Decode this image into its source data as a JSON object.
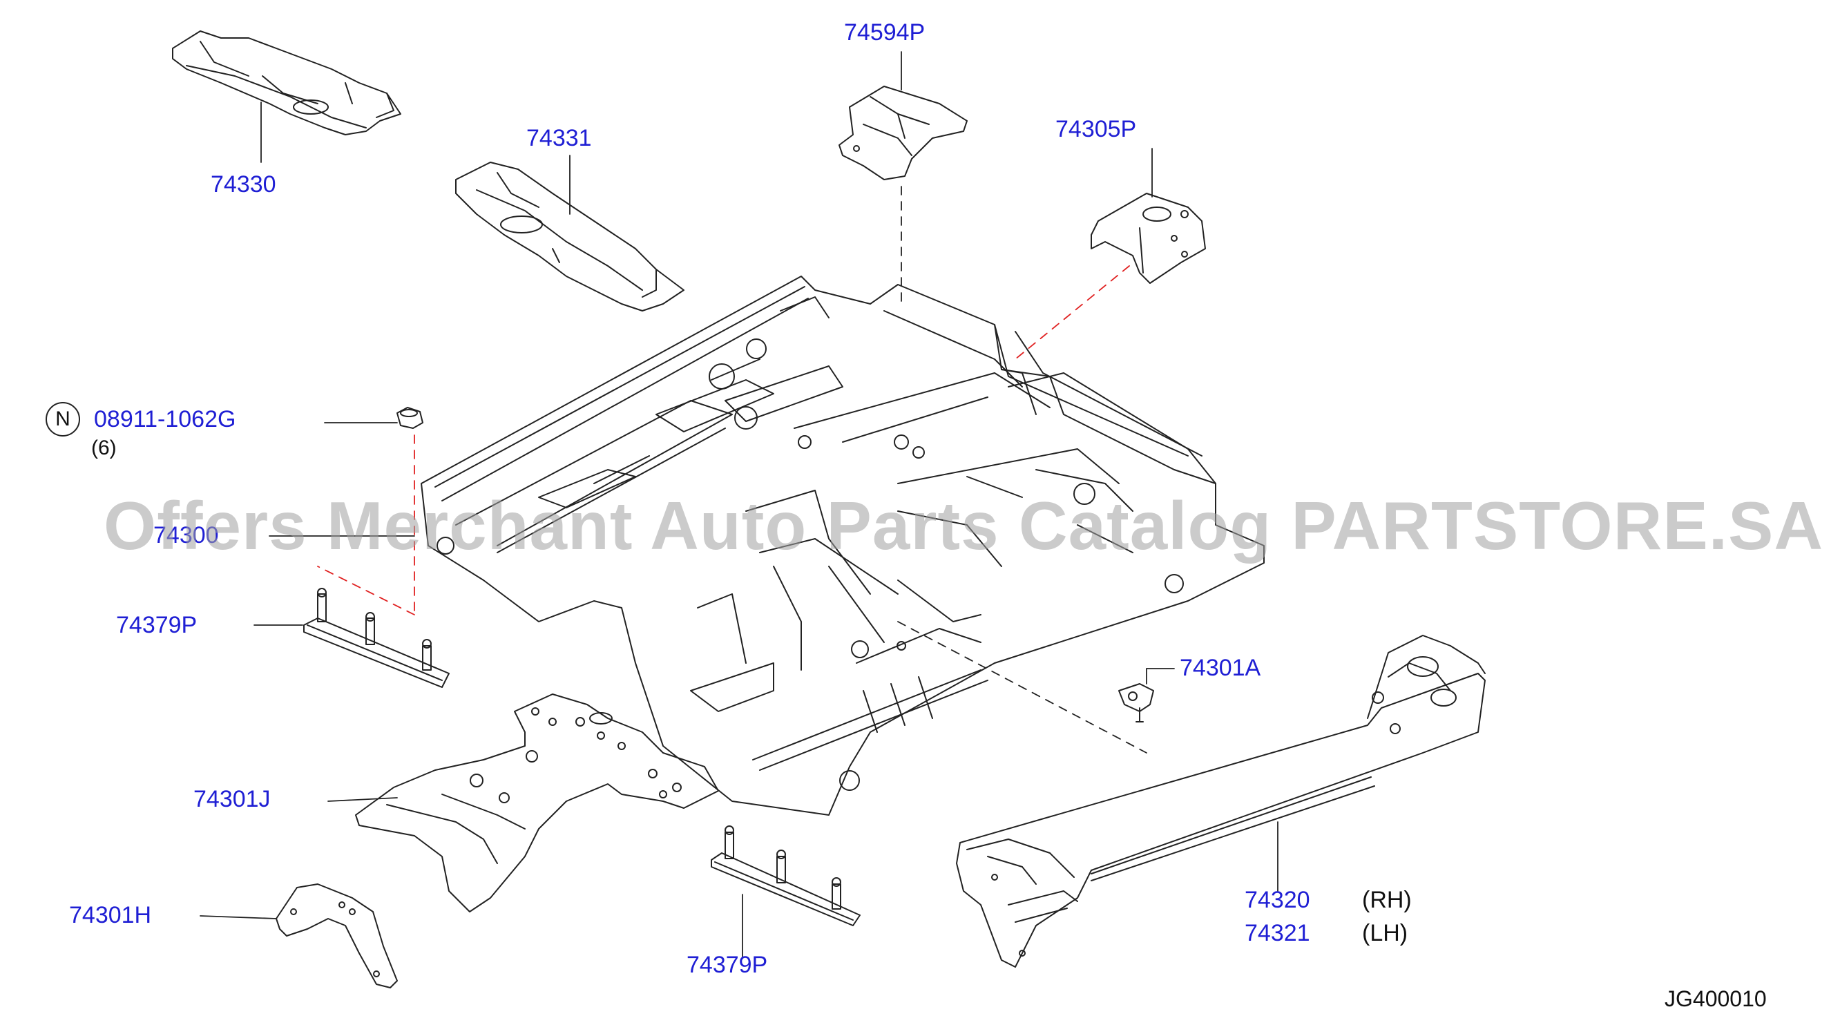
{
  "labels": {
    "p74330": "74330",
    "p74331": "74331",
    "p74594P": "74594P",
    "p74305P": "74305P",
    "bolt_code": "08911-1062G",
    "bolt_qty": "(6)",
    "bolt_prefix": "N",
    "p74300": "74300",
    "p74379P_left": "74379P",
    "p74301A": "74301A",
    "p74301J": "74301J",
    "p74301H": "74301H",
    "p74379P_bottom": "74379P",
    "p74320": "74320",
    "p74320_side": "(RH)",
    "p74321": "74321",
    "p74321_side": "(LH)",
    "diagram_code": "JG400010"
  },
  "watermark": "Offers Merchant Auto Parts Catalog PARTSTORE.SA",
  "colors": {
    "label": "#1f1fd4",
    "line": "#222222",
    "dash_red": "#e02020",
    "watermark": "#a0a0a0"
  }
}
